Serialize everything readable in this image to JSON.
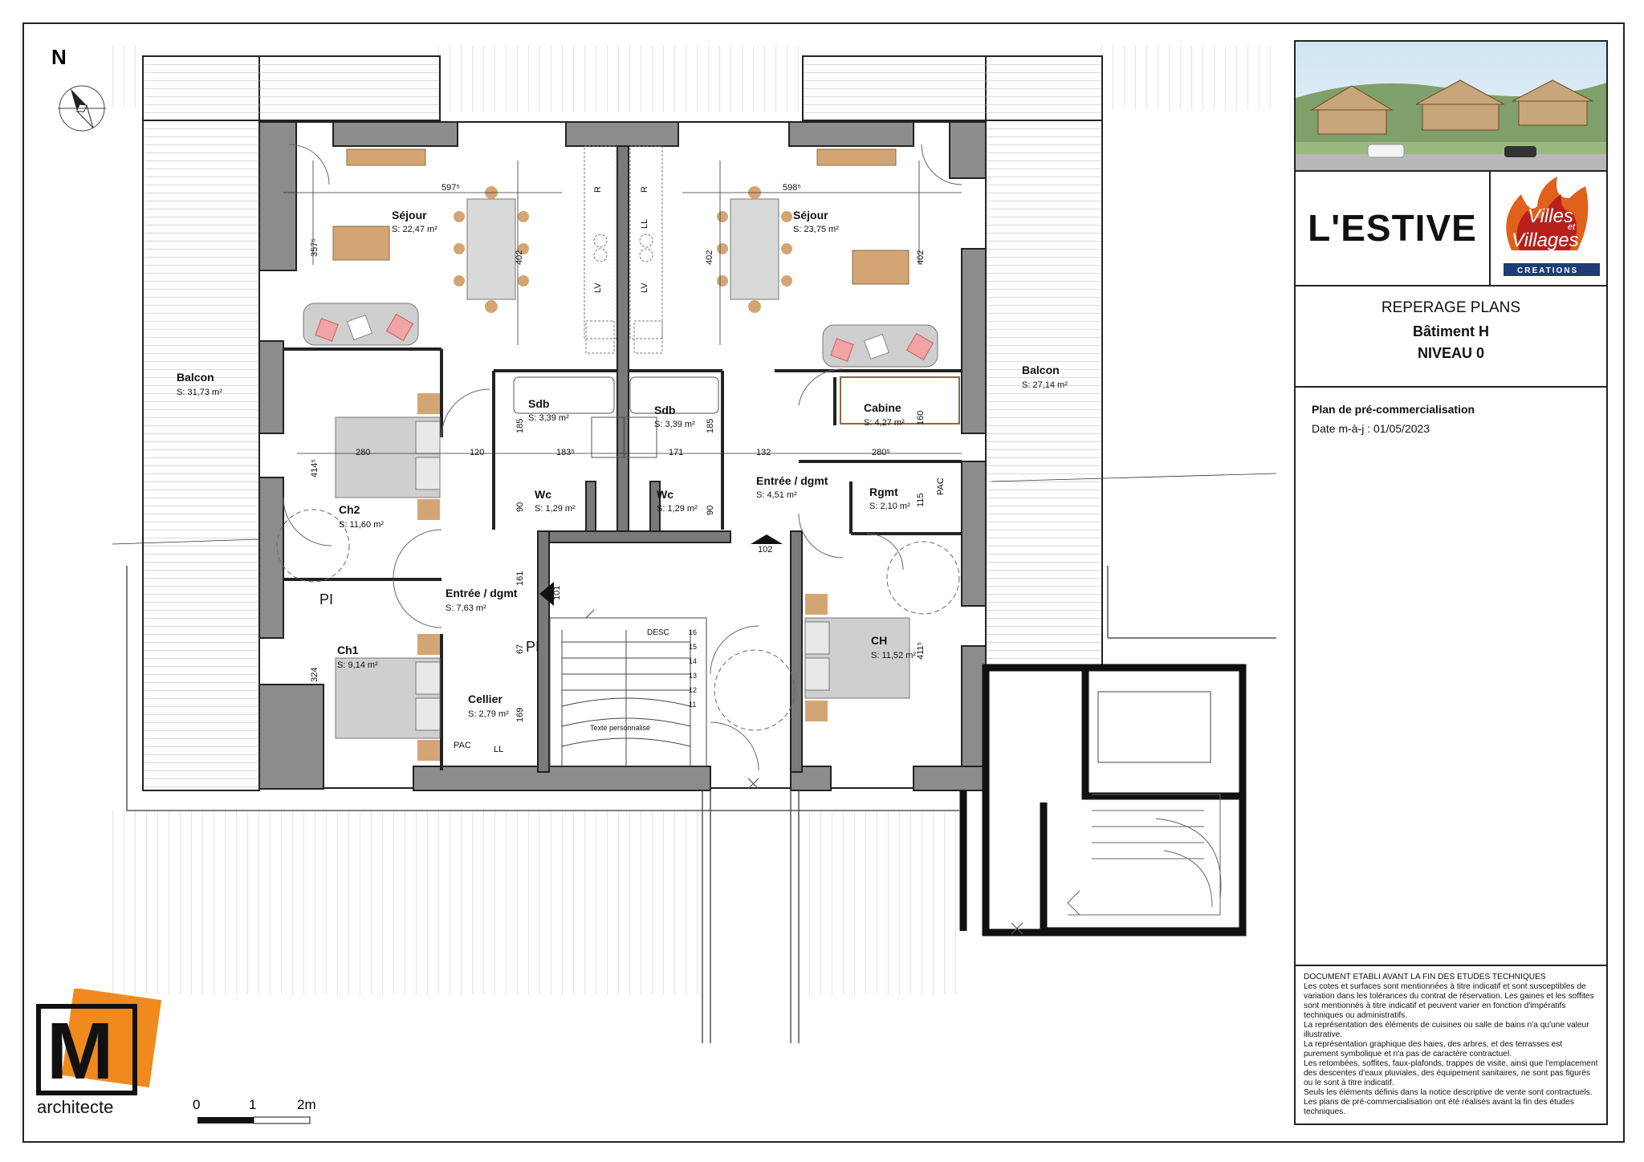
{
  "title_block": {
    "project_name": "L'ESTIVE",
    "brand_logo": {
      "line1": "Villes",
      "line2": "et",
      "line3": "Villages",
      "line4": "CREATIONS",
      "colors": {
        "flame": "#e0601c",
        "dark_red": "#b8201c",
        "navy": "#1e3c78"
      }
    },
    "plan_type": "REPERAGE PLANS",
    "building": "Bâtiment H",
    "level": "NIVEAU 0",
    "plan_status": "Plan de pré-commercialisation",
    "update_date": "Date m-à-j : 01/05/2023",
    "disclaimer": [
      "DOCUMENT ETABLI AVANT LA FIN DES ETUDES TECHNIQUES",
      "Les cotes et surfaces sont mentionnées à titre indicatif et sont susceptibles de variation dans les tolérances du contrat de réservation. Les gaines et les soffites sont mentionnés à titre indicatif et peuvent varier en fonction d'impératifs techniques ou administratifs.",
      "La représentation des éléments de cuisines ou salle de bains n'a qu'une valeur illustrative.",
      "La représentation graphique des haies, des arbres, et des terrasses est purement symbolique et n'a pas de caractère contractuel.",
      "Les retombées, soffites, faux-plafonds, trappes de visite, ainsi que l'emplacement des descentes d'eaux pluviales, des équipement sanitaires, ne sont pas figurés ou le sont à titre indicatif.",
      "Seuls les éléments définis dans la notice descriptive de vente sont contractuels. Les plans de pré-commercialisation ont été réalisés avant la fin des études techniques."
    ]
  },
  "architect_logo": {
    "letter": "M",
    "label": "architecte",
    "accent_color": "#f08a1e"
  },
  "north_arrow": {
    "label": "N"
  },
  "scale_bar": {
    "labels": [
      "0",
      "1",
      "2m"
    ]
  },
  "rooms": {
    "sejour_left": {
      "name": "Séjour",
      "area": "S: 22,47 m²"
    },
    "sejour_right": {
      "name": "Séjour",
      "area": "S: 23,75 m²"
    },
    "balcon_left": {
      "name": "Balcon",
      "area": "S: 31,73 m²"
    },
    "balcon_right": {
      "name": "Balcon",
      "area": "S: 27,14 m²"
    },
    "sdb_left": {
      "name": "Sdb",
      "area": "S: 3,39 m²"
    },
    "sdb_right": {
      "name": "Sdb",
      "area": "S: 3,39 m²"
    },
    "cabine": {
      "name": "Cabine",
      "area": "S: 4,27 m²"
    },
    "wc_left": {
      "name": "Wc",
      "area": "S: 1,29 m²"
    },
    "wc_right": {
      "name": "Wc",
      "area": "S: 1,29 m²"
    },
    "entree_right": {
      "name": "Entrée / dgmt",
      "area": "S: 4,51 m²"
    },
    "rgmt": {
      "name": "Rgmt",
      "area": "S: 2,10 m²"
    },
    "ch2": {
      "name": "Ch2",
      "area": "S: 11,60 m²"
    },
    "entree_left": {
      "name": "Entrée / dgmt",
      "area": "S: 7,63 m²"
    },
    "ch1": {
      "name": "Ch1",
      "area": "S: 9,14 m²"
    },
    "cellier": {
      "name": "Cellier",
      "area": "S: 2,79 m²"
    },
    "ch": {
      "name": "CH",
      "area": "S: 11,52 m²"
    }
  },
  "plan_labels": {
    "pac_left": "PAC",
    "ll_left": "LL",
    "pl_upper": "PI",
    "pl_lower": "PI",
    "pac_right": "PAC",
    "desc": "DESC",
    "stair_text": "Texte personnalisé",
    "apt_101": "101",
    "apt_102": "102",
    "fridge_l": "R",
    "fridge_r": "R",
    "ll_kitchen": "LL",
    "lv_l": "LV",
    "lv_r": "LV",
    "stair_steps": [
      "16",
      "15",
      "14",
      "13",
      "12",
      "11"
    ]
  },
  "dimensions": {
    "d597": "597⁵",
    "d598": "598⁵",
    "d357": "357⁵",
    "d402a": "402",
    "d402b": "402",
    "d402c": "402",
    "d280a": "280",
    "d120": "120",
    "d183": "183⁵",
    "d171": "171",
    "d132": "132",
    "d280b": "280⁵",
    "d414": "414⁵",
    "d185a": "185",
    "d185b": "185",
    "d160": "160",
    "d90a": "90",
    "d90b": "90",
    "d115": "115",
    "d161": "161",
    "d67": "67",
    "d324": "324",
    "d169": "169",
    "d411": "411⁵"
  }
}
